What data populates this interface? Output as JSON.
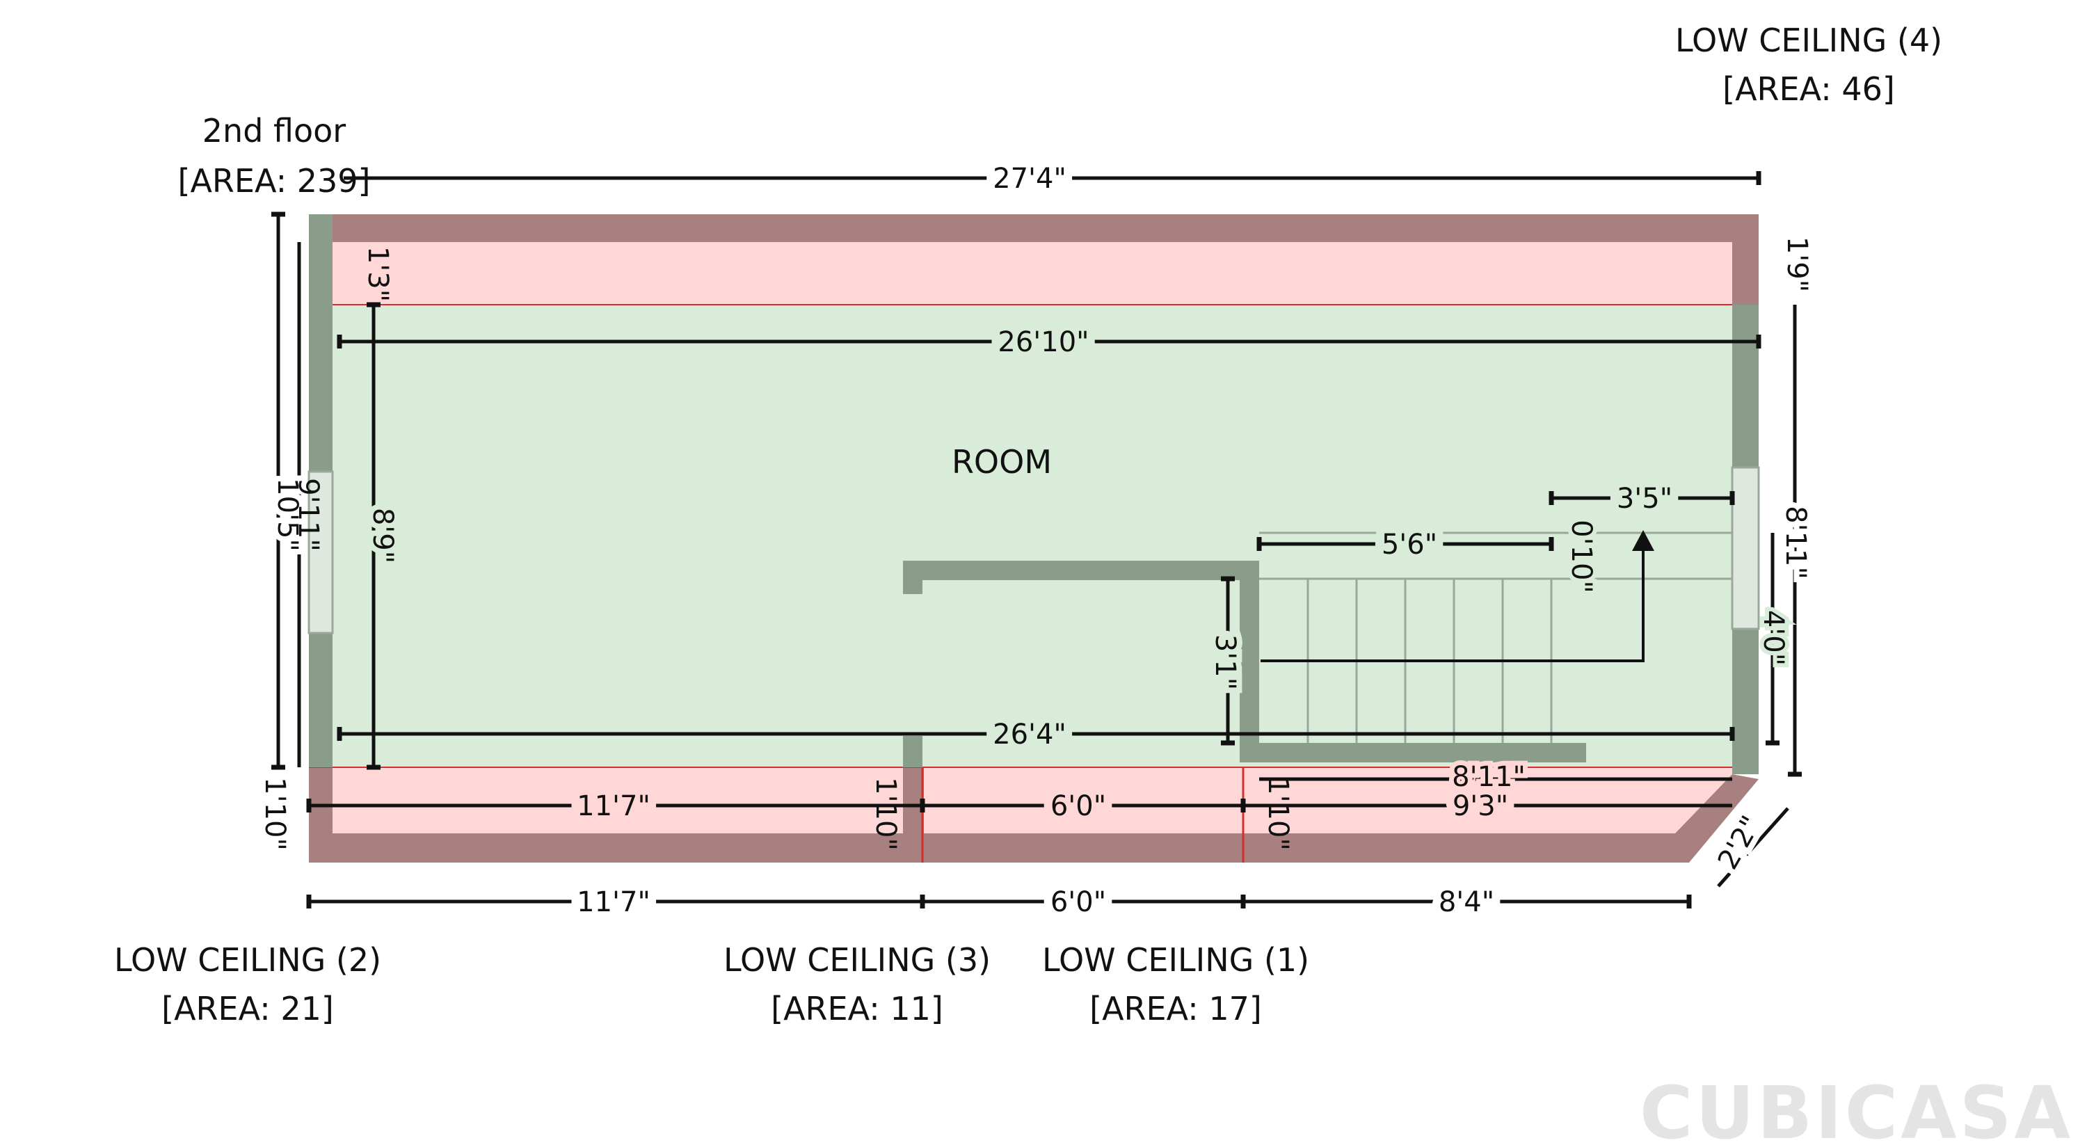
{
  "floor": {
    "name": "2nd floor",
    "area": "[AREA: 239]"
  },
  "room_label": "ROOM",
  "low_ceilings": [
    {
      "name": "LOW CEILING (4)",
      "area": "[AREA: 46]"
    },
    {
      "name": "LOW CEILING (2)",
      "area": "[AREA: 21]"
    },
    {
      "name": "LOW CEILING (3)",
      "area": "[AREA: 11]"
    },
    {
      "name": "LOW CEILING (1)",
      "area": "[AREA: 17]"
    }
  ],
  "dimensions": {
    "top_overall": "27'4\"",
    "room_width_top": "26'10\"",
    "room_width_bottom": "26'4\"",
    "left_overall": "10'5\"",
    "left_inner": "9'11\"",
    "left_room": "8'9\"",
    "top_strip": "1'3\"",
    "right_top": "1'9\"",
    "right_main": "8'11\"",
    "right_window": "4'0\"",
    "stair_length": "5'6\"",
    "stair_top": "3'5\"",
    "stair_gap": "0'10\"",
    "stair_height": "3'1\"",
    "stair_bottom": "8'11\"",
    "low_seg_1": "11'7\"",
    "low_seg_2": "6'0\"",
    "low_seg_3": "9'3\"",
    "low_depth_a": "1'10\"",
    "low_depth_b": "1'10\"",
    "low_depth_c": "1'10\"",
    "bottom_seg_1": "11'7\"",
    "bottom_seg_2": "6'0\"",
    "bottom_seg_3": "8'4\"",
    "corner_diag": "2'2\""
  },
  "watermark": "CUBICASA",
  "colors": {
    "room_fill": "#d9ecd9",
    "low_ceiling_fill": "#ffd7d7",
    "wall_green": "#8a9c8a",
    "wall_red": "#a88080",
    "red_edge": "#d03030"
  }
}
